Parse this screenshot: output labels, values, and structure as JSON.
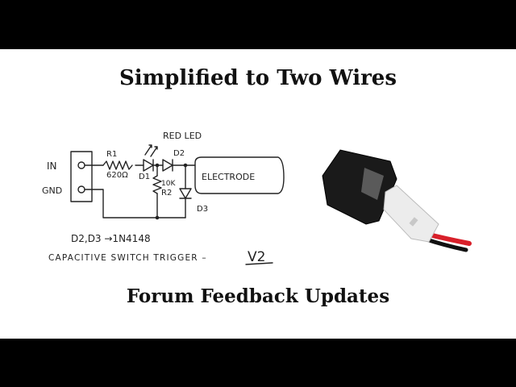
{
  "video": {
    "title_top": "Simplified to Two Wires",
    "title_bottom": "Forum Feedback Updates"
  },
  "schematic": {
    "labels": {
      "in": "IN",
      "gnd": "GND",
      "r1": "R1",
      "r1_value": "620Ω",
      "red_led": "RED LED",
      "d1": "D1",
      "d2": "D2",
      "r2_value": "10K",
      "r2": "R2",
      "electrode": "ELECTRODE",
      "d3": "D3",
      "diode_note": "D2,D3 →1N4148",
      "caption_text": "CAPACITIVE SWITCH TRIGGER –",
      "version": "V2"
    }
  },
  "photo": {
    "colors": {
      "tape": "#1a1a1a",
      "connector": "#ececec",
      "wire_red": "#d8202a",
      "wire_black": "#111111"
    }
  }
}
